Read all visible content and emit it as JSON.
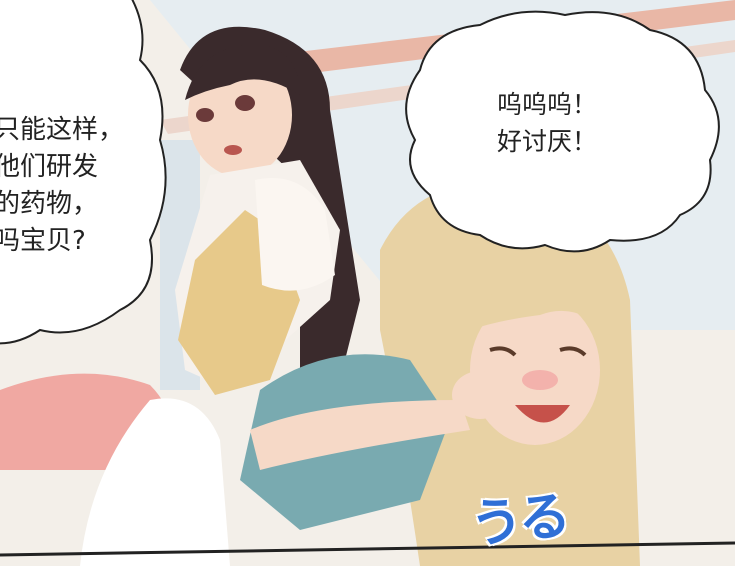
{
  "speech_left": {
    "lines": [
      "只能这样，",
      "他们研发",
      "的药物，",
      "吗宝贝?"
    ]
  },
  "speech_right": {
    "lines": [
      "呜呜呜！",
      "好讨厌！"
    ]
  },
  "sound_effect": "うる",
  "colors": {
    "bg_wall": "#f3efe9",
    "window_frame": "#e9b7a6",
    "dark_hair": "#3a2a2c",
    "blonde_hair": "#e8d2a4",
    "apron": "#e7c98a",
    "teal_shirt": "#79aab0",
    "skin": "#f6d9c7",
    "sfx_blue": "#2f6fd6"
  }
}
